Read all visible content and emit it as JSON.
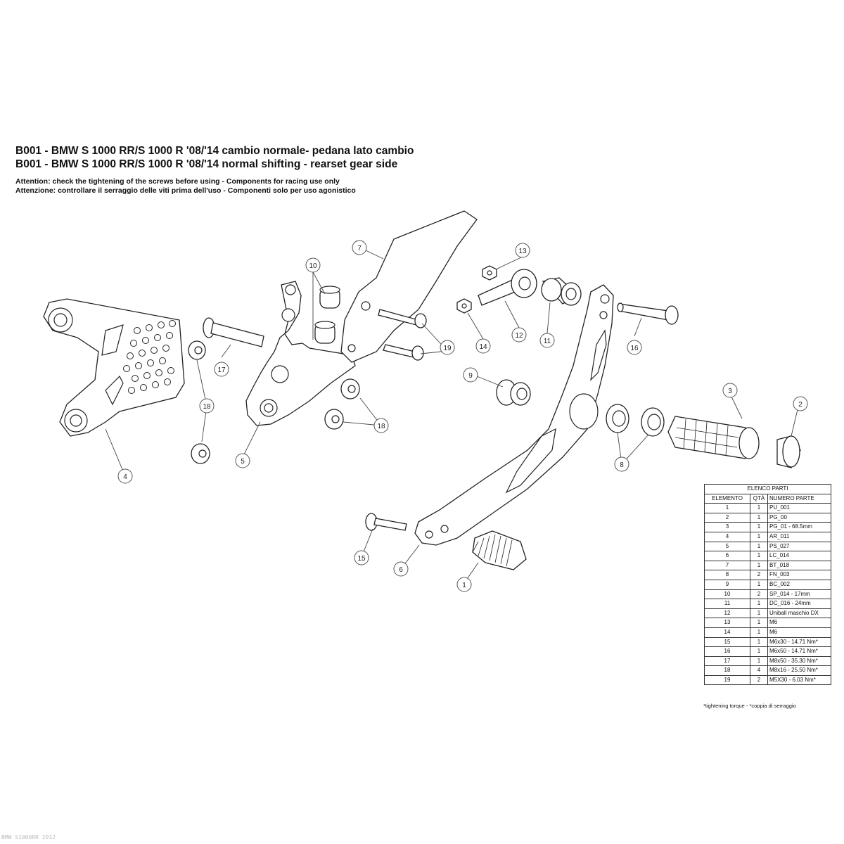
{
  "title_it": "B001 - BMW S 1000 RR/S 1000 R '08/'14 cambio normale- pedana lato cambio",
  "title_en": "B001 - BMW S 1000 RR/S 1000 R '08/'14 normal shifting - rearset gear side",
  "notice_en": "Attention: check the tightening of the screws before using - Components for racing use only",
  "notice_it": "Attenzione: controllare il serraggio delle viti prima dell'uso - Componenti solo per uso agonistico",
  "callouts": [
    {
      "id": "13",
      "label": "13"
    },
    {
      "id": "10",
      "label": "10"
    },
    {
      "id": "7",
      "label": "7"
    },
    {
      "id": "14",
      "label": "14"
    },
    {
      "id": "12",
      "label": "12"
    },
    {
      "id": "11",
      "label": "11"
    },
    {
      "id": "16",
      "label": "16"
    },
    {
      "id": "17",
      "label": "17"
    },
    {
      "id": "19",
      "label": "19"
    },
    {
      "id": "9",
      "label": "9"
    },
    {
      "id": "3",
      "label": "3"
    },
    {
      "id": "2",
      "label": "2"
    },
    {
      "id": "18a",
      "label": "18"
    },
    {
      "id": "18b",
      "label": "18"
    },
    {
      "id": "5",
      "label": "5"
    },
    {
      "id": "4",
      "label": "4"
    },
    {
      "id": "8",
      "label": "8"
    },
    {
      "id": "15",
      "label": "15"
    },
    {
      "id": "6",
      "label": "6"
    },
    {
      "id": "1",
      "label": "1"
    }
  ],
  "parts_list": {
    "caption": "ELENCO PARTI",
    "headers": [
      "ELEMENTO",
      "QTÀ",
      "NUMERO PARTE"
    ],
    "rows": [
      [
        "1",
        "1",
        "PU_001"
      ],
      [
        "2",
        "1",
        "PG_00"
      ],
      [
        "3",
        "1",
        "PG_01 - 68.5mm"
      ],
      [
        "4",
        "1",
        "AR_011"
      ],
      [
        "5",
        "1",
        "PS_027"
      ],
      [
        "6",
        "1",
        "LC_014"
      ],
      [
        "7",
        "1",
        "BT_018"
      ],
      [
        "8",
        "2",
        "FN_003"
      ],
      [
        "9",
        "1",
        "BC_002"
      ],
      [
        "10",
        "2",
        "SP_014 - 17mm"
      ],
      [
        "11",
        "1",
        "DC_016 - 24mm"
      ],
      [
        "12",
        "1",
        "Uniball maschio DX"
      ],
      [
        "13",
        "1",
        "M6"
      ],
      [
        "14",
        "1",
        "M6"
      ],
      [
        "15",
        "1",
        "M6x30 - 14.71 Nm*"
      ],
      [
        "16",
        "1",
        "M6x50 - 14.71 Nm*"
      ],
      [
        "17",
        "1",
        "M8x50 - 35.30 Nm*"
      ],
      [
        "18",
        "4",
        "M8x16 - 25.50 Nm*"
      ],
      [
        "19",
        "2",
        "M5X30 - 6.03 Nm*"
      ]
    ],
    "footnote": "*tightening torque - *coppia di serraggio"
  },
  "footer_text": "BMW S1000RR 2012"
}
